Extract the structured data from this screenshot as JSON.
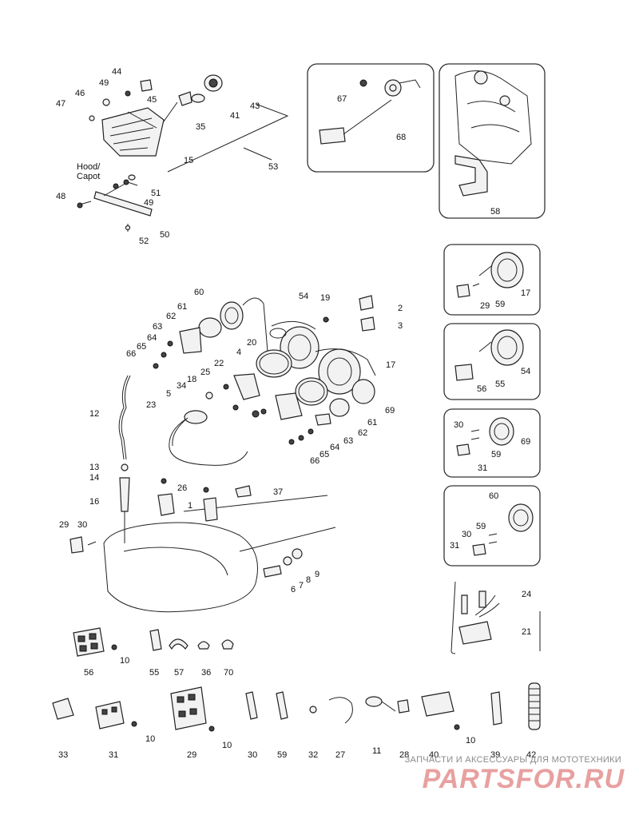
{
  "hood_label_line1": "Hood/",
  "hood_label_line2": "Capot",
  "watermark_line1": "ЗАПЧАСТИ И АКСЕССУАРЫ ДЛЯ МОТОТЕХНИКИ",
  "watermark_line2": "PARTSFOR.RU",
  "callouts": [
    "44",
    "49",
    "45",
    "46",
    "47",
    "15",
    "35",
    "41",
    "43",
    "53",
    "51",
    "49",
    "48",
    "52",
    "50",
    "67",
    "68",
    "58",
    "60",
    "61",
    "62",
    "63",
    "64",
    "65",
    "66",
    "54",
    "19",
    "2",
    "3",
    "20",
    "4",
    "17",
    "22",
    "25",
    "18",
    "34",
    "5",
    "23",
    "69",
    "61",
    "62",
    "63",
    "64",
    "65",
    "66",
    "12",
    "13",
    "14",
    "16",
    "26",
    "1",
    "37",
    "29",
    "30",
    "9",
    "8",
    "7",
    "6",
    "17",
    "29",
    "59",
    "54",
    "56",
    "55",
    "30",
    "69",
    "59",
    "31",
    "60",
    "59",
    "30",
    "31",
    "24",
    "21",
    "56",
    "10",
    "55",
    "57",
    "36",
    "70",
    "33",
    "31",
    "10",
    "29",
    "10",
    "30",
    "59",
    "32",
    "27",
    "11",
    "28",
    "40",
    "10",
    "39",
    "42"
  ]
}
